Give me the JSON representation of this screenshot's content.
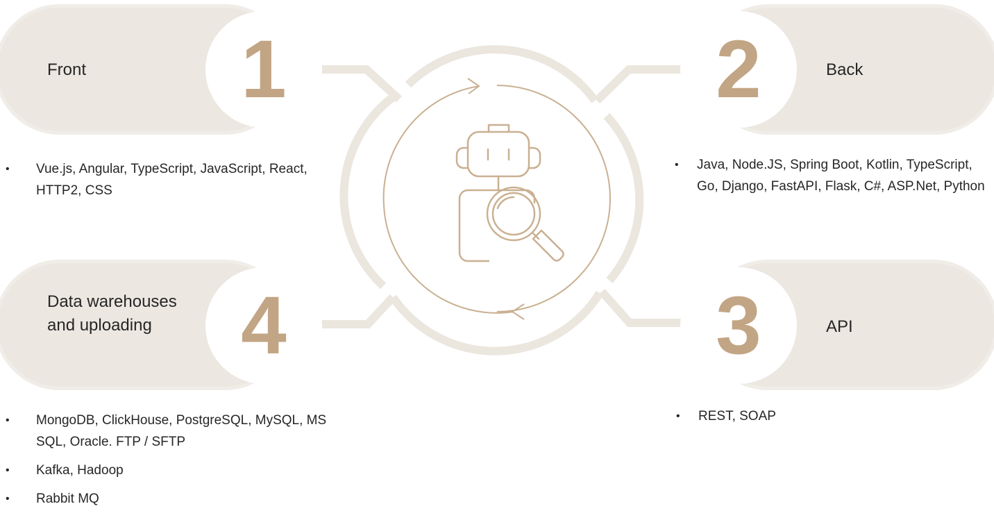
{
  "colors": {
    "pill_outer": "#f0ede8",
    "pill_inner": "#ece7e0",
    "number": "#c2a584",
    "line": "#c9b091",
    "ring": "#ebe6de",
    "text": "#262626"
  },
  "center": {
    "icon": "robot-magnifier-icon"
  },
  "steps": [
    {
      "number": "1",
      "title": "Front",
      "bullets": [
        "Vue.js, Angular, TypeScript, JavaScript, React, HTTP2, CSS"
      ]
    },
    {
      "number": "2",
      "title": "Back",
      "bullets": [
        "Java, Node.JS, Spring Boot, Kotlin, TypeScript, Go, Django, FastAPI, Flask, C#, ASP.Net, Python"
      ]
    },
    {
      "number": "3",
      "title": "API",
      "bullets": [
        "REST, SOAP"
      ]
    },
    {
      "number": "4",
      "title": "Data warehouses and uploading",
      "bullets": [
        "MongoDB, ClickHouse, PostgreSQL, MySQL, MS SQL, Oracle. FTP / SFTP",
        "Kafka, Hadoop",
        "Rabbit MQ"
      ]
    }
  ]
}
